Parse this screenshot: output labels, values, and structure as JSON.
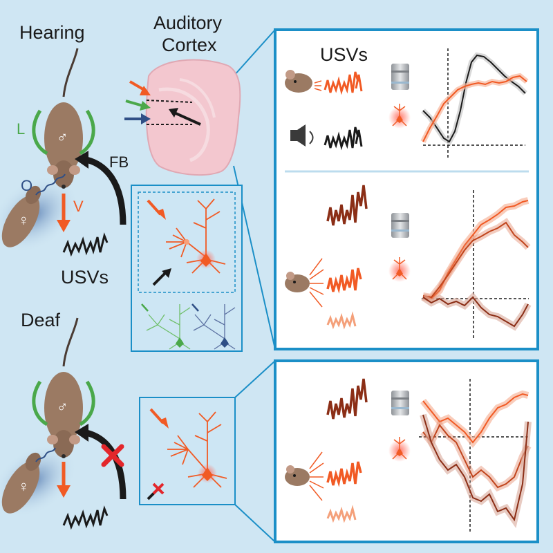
{
  "labels": {
    "hearing": "Hearing",
    "auditory_cortex_line1": "Auditory",
    "auditory_cortex_line2": "Cortex",
    "usvs_top": "USVs",
    "usvs_left": "USVs",
    "fb": "FB",
    "l": "L",
    "o": "O",
    "v": "V",
    "deaf": "Deaf",
    "male_symbol": "♂",
    "female_symbol": "♀"
  },
  "colors": {
    "background": "#cfe6f3",
    "panel_border": "#1b8fc7",
    "orange": "#f15a24",
    "dark_red": "#8b2e16",
    "black": "#1a1a1a",
    "green": "#4aa84a",
    "navy": "#2f4f86",
    "red_x": "#e3262b",
    "mouse": "#9b7a63",
    "brain": "#f3c7cf"
  }
}
